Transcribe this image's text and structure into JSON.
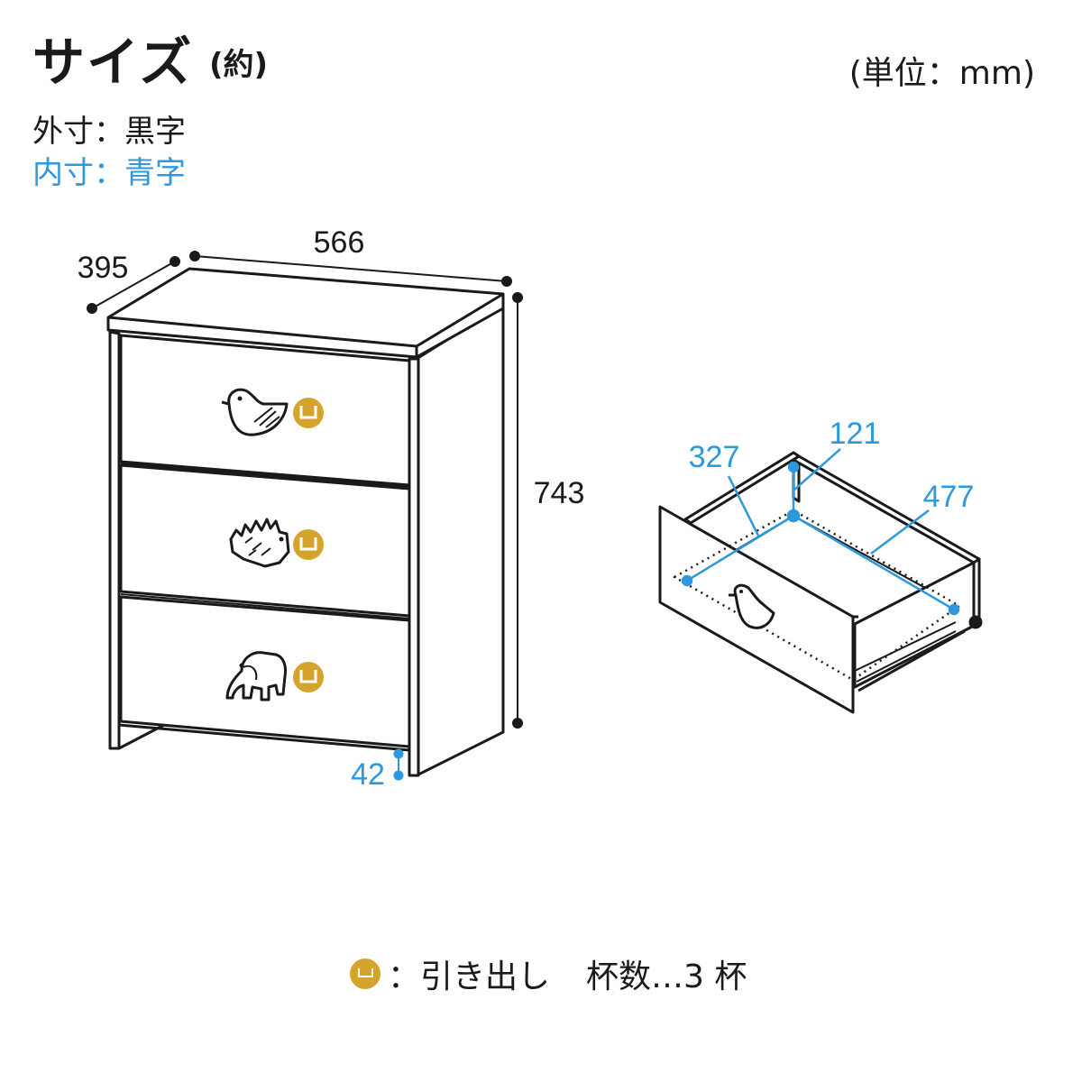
{
  "header": {
    "title": "サイズ",
    "title_note": "(約)",
    "unit": "(単位：mm)"
  },
  "legend": {
    "outer": "外寸：黒字",
    "inner": "内寸：青字"
  },
  "dimensions": {
    "outer_width": "566",
    "outer_depth": "395",
    "outer_height": "743",
    "bottom_clearance": "42",
    "drawer_width": "477",
    "drawer_depth": "327",
    "drawer_height": "121"
  },
  "icons": {
    "drawer_knobs": [
      "bird-knob",
      "hedgehog-knob",
      "elephant-knob"
    ],
    "drawer_symbol": "drawer-icon"
  },
  "colors": {
    "outer_text": "#1a1a1a",
    "inner_text": "#2e98dc",
    "drawer_icon": "#d4a42c"
  },
  "footer": {
    "label": "：引き出し",
    "count": "杯数…3 杯"
  }
}
